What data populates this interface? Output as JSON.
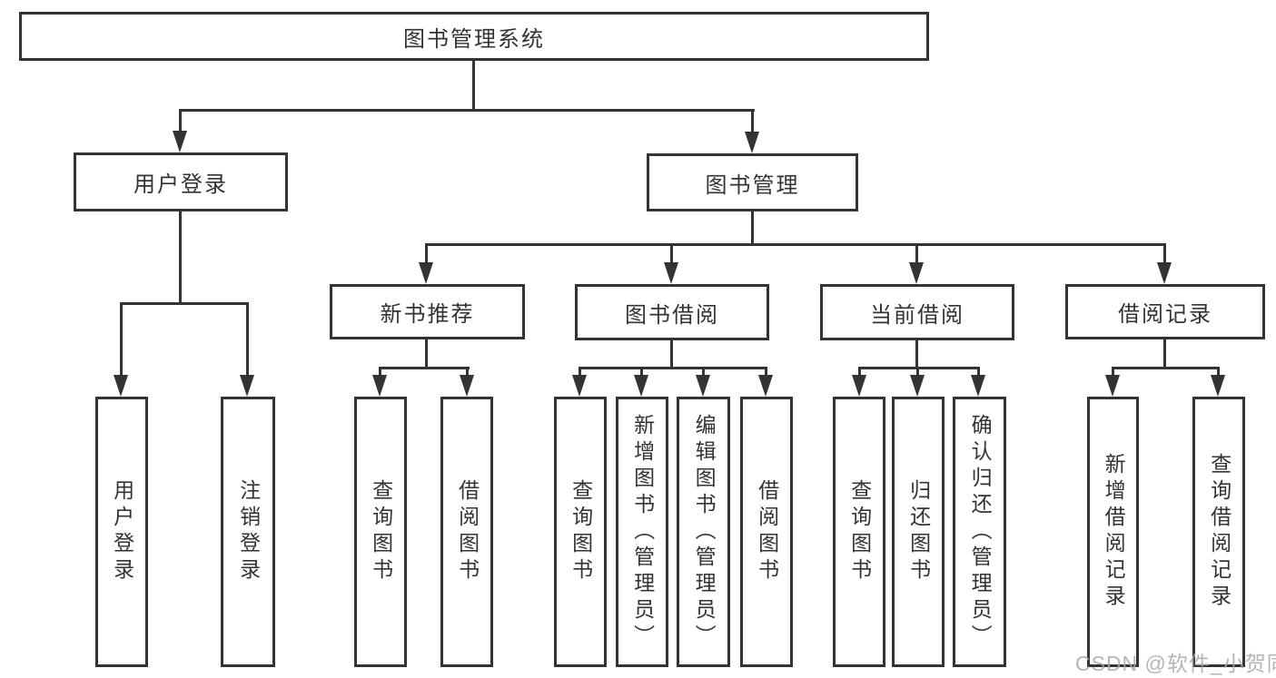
{
  "diagram": {
    "title": "图书管理系统",
    "root": {
      "label": "图书管理系统"
    },
    "user_login": {
      "label": "用户登录",
      "children": [
        {
          "label": "用户登录"
        },
        {
          "label": "注销登录"
        }
      ]
    },
    "book_mgmt": {
      "label": "图书管理",
      "groups": [
        {
          "label": "新书推荐",
          "children": [
            {
              "label": "查询图书"
            },
            {
              "label": "借阅图书"
            }
          ]
        },
        {
          "label": "图书借阅",
          "children": [
            {
              "label": "查询图书"
            },
            {
              "label": "新增图书（管理员）"
            },
            {
              "label": "编辑图书（管理员）"
            },
            {
              "label": "借阅图书"
            }
          ]
        },
        {
          "label": "当前借阅",
          "children": [
            {
              "label": "查询图书"
            },
            {
              "label": "归还图书"
            },
            {
              "label": "确认归还（管理员）"
            }
          ]
        },
        {
          "label": "借阅记录",
          "children": [
            {
              "label": "新增借阅记录"
            },
            {
              "label": "查询借阅记录"
            }
          ]
        }
      ]
    }
  },
  "watermark": {
    "text": "CSDN @软件_小贺同学"
  },
  "colors": {
    "line": "#333333",
    "box_border": "#333333",
    "text": "#333333",
    "watermark": "#a8a8a8",
    "background": "#ffffff"
  }
}
